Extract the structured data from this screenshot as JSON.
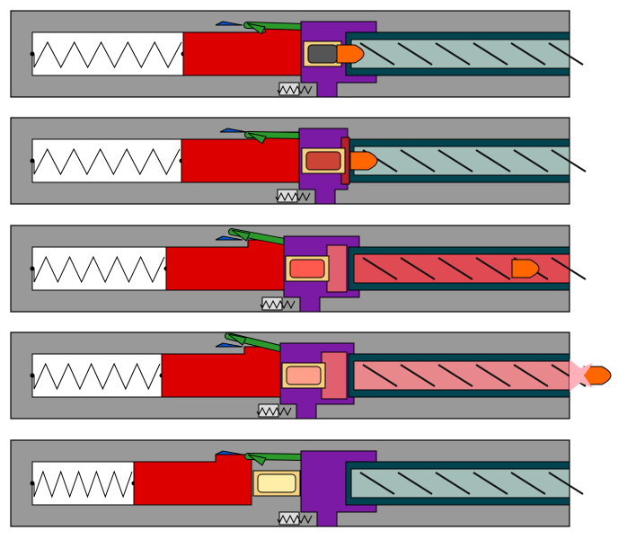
{
  "diagram": {
    "panel_count": 5,
    "colors": {
      "receiver": "#999999",
      "bolt": "#dd0000",
      "spring_bg": "#ffffff",
      "barrel": "#00444f",
      "bore": "#a3bdb9",
      "rifling": "#111111",
      "breech_block": "#7a1aa5",
      "sear": "#2b9a2b",
      "trigger_tab": "#0055cc",
      "bullet": "#ff6600",
      "case_brass": "#f5d080",
      "case_inner_unfired": "#555555",
      "case_inner_hot": "#ff5a4d",
      "case_inner_cooling": "#ffa08a",
      "case_empty": "#ffeea8",
      "bore_hot": "#e04a52",
      "bore_cooling": "#e8888c",
      "muzzle_flash": "#ffb0b8"
    },
    "stages": [
      {
        "bore_state": "cold",
        "case_state": "unfired",
        "bullet_position": "chambered"
      },
      {
        "bore_state": "cold",
        "case_state": "firing",
        "bullet_position": "chambered"
      },
      {
        "bore_state": "hot",
        "case_state": "fired",
        "bullet_position": "in-barrel"
      },
      {
        "bore_state": "cooling",
        "case_state": "fired",
        "bullet_position": "exiting-muzzle"
      },
      {
        "bore_state": "cleared",
        "case_state": "empty",
        "bullet_position": "none"
      }
    ]
  }
}
